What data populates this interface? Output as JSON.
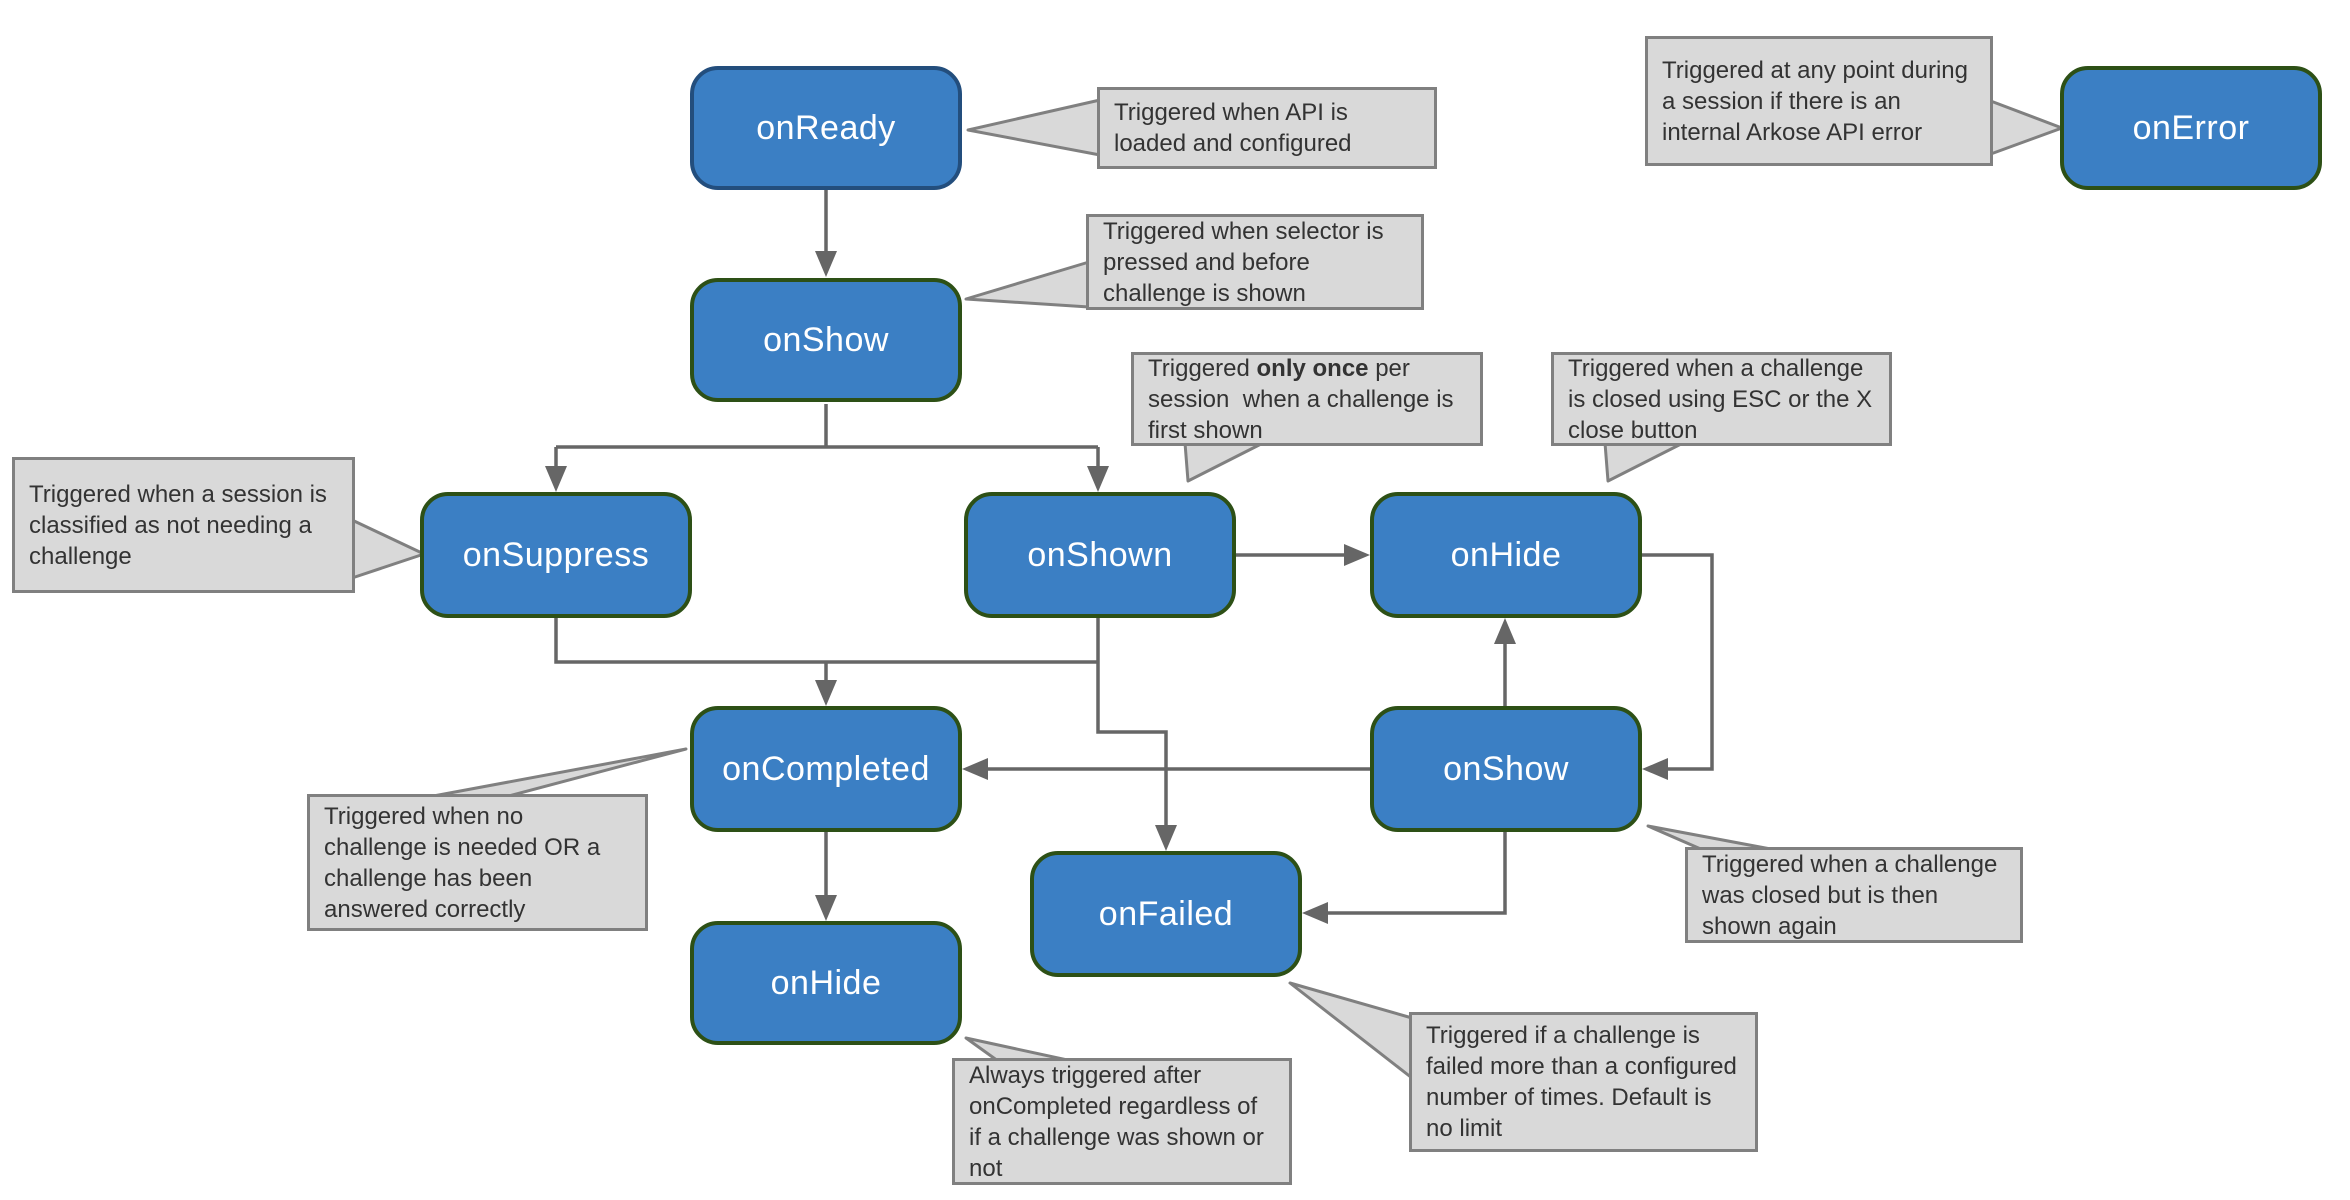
{
  "colors": {
    "node-fill": "#3b7fc4",
    "node-border-green": "#2d5016",
    "node-border-blue": "#234e7d",
    "connector": "#666666",
    "callout-fill": "#d9d9d9",
    "callout-border": "#808080",
    "callout-text": "#333333",
    "node-text": "#ffffff",
    "bg": "#ffffff"
  },
  "nodes": [
    {
      "id": "onready",
      "label": "onReady"
    },
    {
      "id": "onshow-1",
      "label": "onShow"
    },
    {
      "id": "onsuppress",
      "label": "onSuppress"
    },
    {
      "id": "onshown",
      "label": "onShown"
    },
    {
      "id": "onhide-1",
      "label": "onHide"
    },
    {
      "id": "oncompleted",
      "label": "onCompleted"
    },
    {
      "id": "onshow-2",
      "label": "onShow"
    },
    {
      "id": "onfailed",
      "label": "onFailed"
    },
    {
      "id": "onhide-2",
      "label": "onHide"
    },
    {
      "id": "onerror",
      "label": "onError"
    }
  ],
  "callouts": [
    {
      "id": "ready",
      "text": "Triggered when API is loaded and configured"
    },
    {
      "id": "error",
      "text": "Triggered at any point during a session if there is an internal Arkose API error"
    },
    {
      "id": "show",
      "text": "Triggered when selector is pressed and before challenge is shown"
    },
    {
      "id": "shown",
      "text_prefix": "Triggered ",
      "text_bold": "only once",
      "text_suffix": " per session  when a challenge is first shown"
    },
    {
      "id": "hide1",
      "text": "Triggered when a challenge is closed using ESC or the X close button"
    },
    {
      "id": "suppress",
      "text": "Triggered when a session is classified as not needing a challenge"
    },
    {
      "id": "completed",
      "text": "Triggered when no challenge is needed OR a challenge has been answered correctly"
    },
    {
      "id": "show2",
      "text": "Triggered when a challenge was closed but is then shown again"
    },
    {
      "id": "failed",
      "text": "Triggered if a challenge is failed more than a configured number of times. Default is no limit"
    },
    {
      "id": "hide2",
      "text": "Always triggered after onCompleted regardless of if a challenge was shown or not"
    }
  ]
}
